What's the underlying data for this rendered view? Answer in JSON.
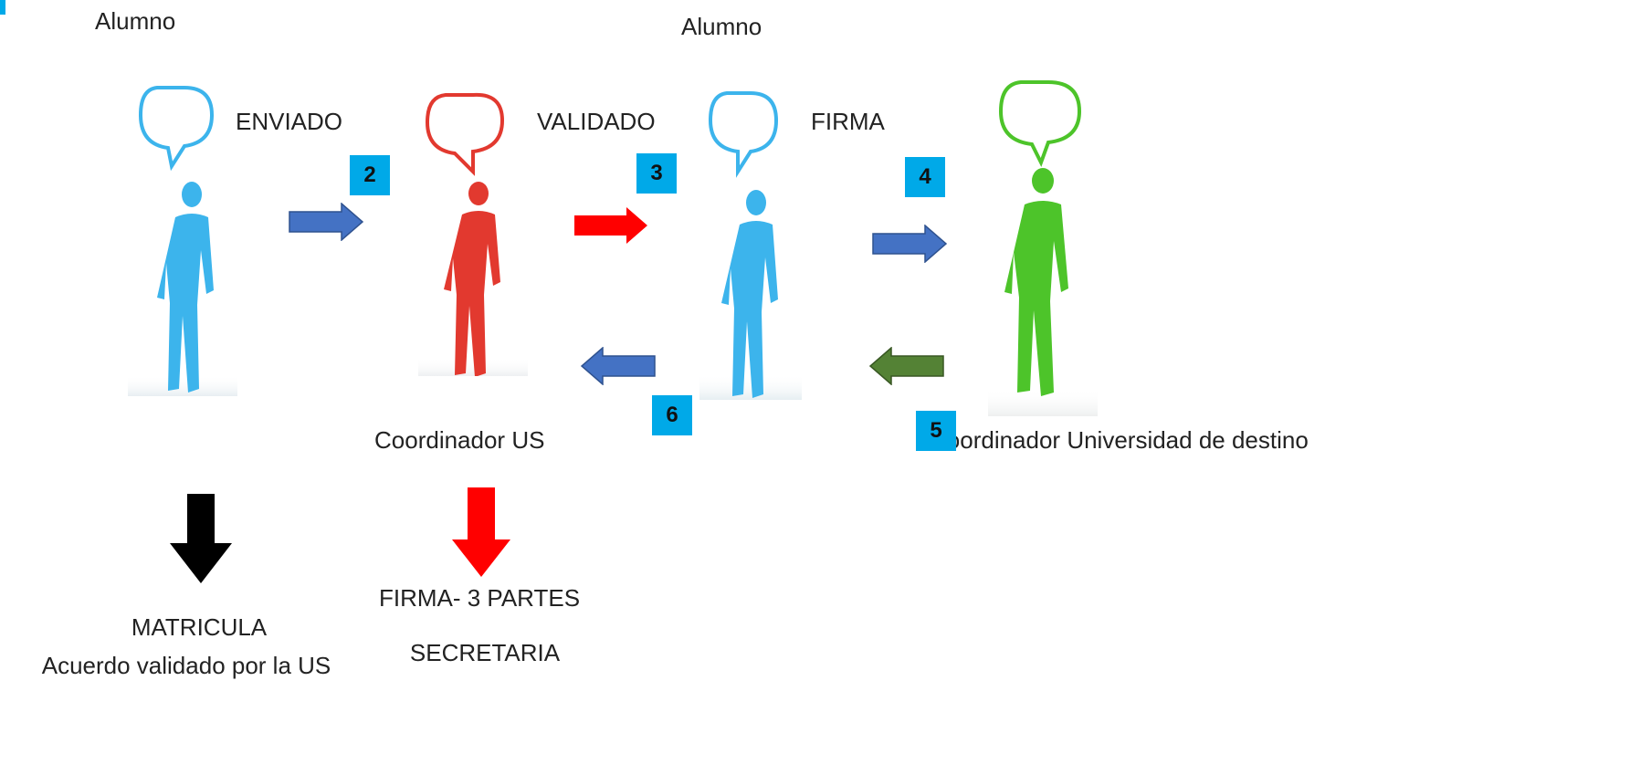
{
  "labels": {
    "alumno_left": "Alumno",
    "alumno_right": "Alumno",
    "enviado": "ENVIADO",
    "validado": "VALIDADO",
    "firma": "FIRMA",
    "coordinador_us": "Coordinador US",
    "coordinador_destino": "Coordinador Universidad de destino",
    "matricula": "MATRICULA",
    "acuerdo": "Acuerdo validado por la US",
    "firma_3_partes": "FIRMA- 3 PARTES",
    "secretaria": "SECRETARIA"
  },
  "steps": {
    "s2": "2",
    "s3": "3",
    "s4": "4",
    "s5": "5",
    "s6": "6"
  },
  "colors": {
    "blue_person": "#3cb4ec",
    "red_person": "#e2392f",
    "green_person": "#4dc42a",
    "blue_arrow": "#4472c4",
    "red_arrow": "#ff0000",
    "green_arrow": "#548235",
    "black_arrow": "#000000",
    "badge": "#00a9e8"
  }
}
